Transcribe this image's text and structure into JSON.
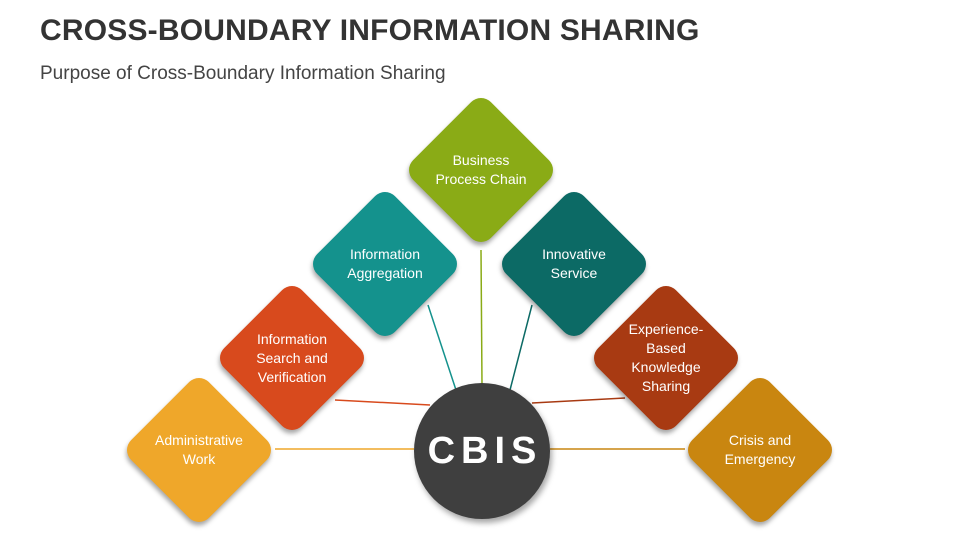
{
  "header": {
    "title": "CROSS-BOUNDARY INFORMATION SHARING",
    "subtitle": "Purpose of Cross-Boundary Information Sharing"
  },
  "hub": {
    "label": "CBIS",
    "color": "#3f3f3f"
  },
  "nodes": [
    {
      "label": "Business\nProcess Chain",
      "color": "#8aab16"
    },
    {
      "label": "Information\nAggregation",
      "color": "#14928d"
    },
    {
      "label": "Innovative\nService",
      "color": "#0c6a65"
    },
    {
      "label": "Information\nSearch and\nVerification",
      "color": "#d84a1d"
    },
    {
      "label": "Experience-\nBased\nKnowledge\nSharing",
      "color": "#a83a12"
    },
    {
      "label": "Administrative\nWork",
      "color": "#efa72a"
    },
    {
      "label": "Crisis and\nEmergency",
      "color": "#c98610"
    }
  ]
}
